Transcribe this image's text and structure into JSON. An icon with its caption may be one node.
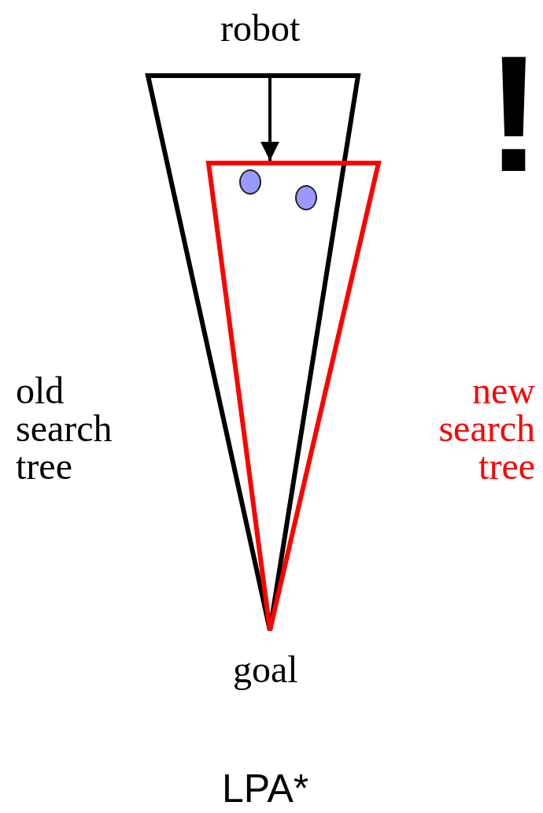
{
  "diagram": {
    "caption": "LPA*",
    "nodes": [
      {
        "text": [],
        "shape": "triangle",
        "beside": [
          "old search tree"
        ]
      },
      {
        "text": [],
        "shape": "triangle",
        "beside": [
          "new search tree"
        ]
      },
      {
        "text": [],
        "shape": "circle",
        "in": 1
      },
      {
        "text": [],
        "shape": "circle",
        "in": 1
      }
    ],
    "edges": [
      {
        "from": 0,
        "to": 1,
        "arrow": "to"
      }
    ],
    "labels": [
      "robot",
      "!",
      "goal"
    ]
  }
}
